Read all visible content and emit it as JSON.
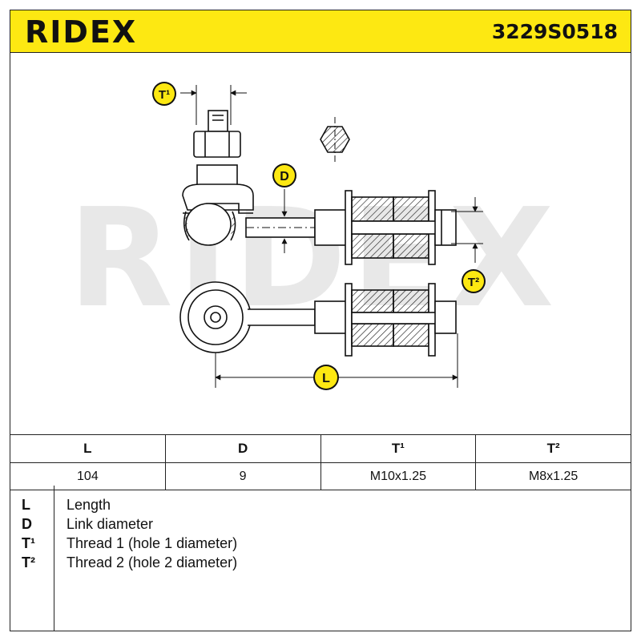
{
  "header": {
    "brand": "RIDEX",
    "part_number": "3229S0518"
  },
  "drawing": {
    "watermark": "RIDEX",
    "callouts": {
      "t1": "T¹",
      "d": "D",
      "t2": "T²",
      "l": "L"
    }
  },
  "specs": {
    "headers": [
      "L",
      "D",
      "T¹",
      "T²"
    ],
    "values": [
      "104",
      "9",
      "M10x1.25",
      "M8x1.25"
    ]
  },
  "legend": [
    {
      "key": "L",
      "desc": "Length"
    },
    {
      "key": "D",
      "desc": "Link diameter"
    },
    {
      "key": "T¹",
      "desc": "Thread 1 (hole 1 diameter)"
    },
    {
      "key": "T²",
      "desc": "Thread 2 (hole 2 diameter)"
    }
  ],
  "colors": {
    "brand_yellow": "#fde812",
    "line": "#111111"
  }
}
